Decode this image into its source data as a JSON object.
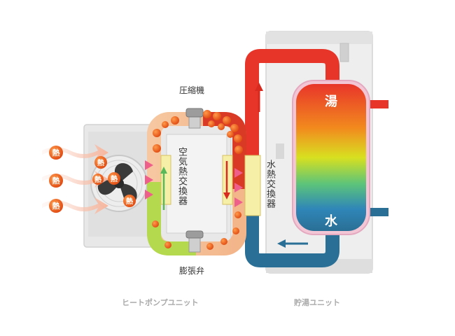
{
  "labels": {
    "compressor": "圧縮機",
    "expansion_valve": "膨張弁",
    "air_heat_exchanger": "空気熱交換器",
    "water_heat_exchanger": "水熱交換器",
    "heat_pump_unit": "ヒートポンプユニット",
    "storage_unit": "貯湯ユニット",
    "hot_water": "湯",
    "water": "水",
    "heat": "熱"
  },
  "colors": {
    "hot_pipe": "#e8352a",
    "cold_pipe": "#2a6f95",
    "unit_body": "#e4e4e4",
    "unit_label": "#aaaaaa",
    "heat_token": "#e8561e",
    "refrigerant_hot": "#d93a25",
    "refrigerant_cold": "#a8d44a"
  }
}
